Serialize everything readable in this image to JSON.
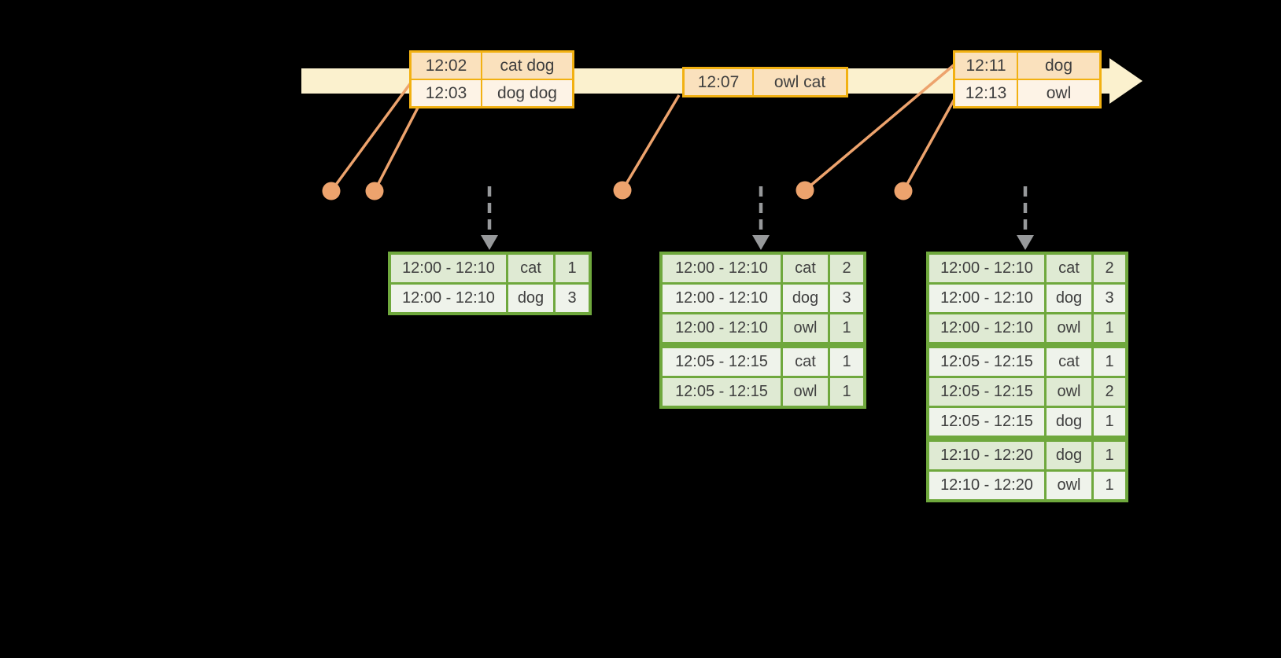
{
  "colors": {
    "canvas_bg": "#000000",
    "timeline_band": "#fbf1ce",
    "event_border": "#f2b112",
    "event_row_fill": "#fae1bd",
    "event_row_fill_alt": "#fdf3e6",
    "marker": "#eda36d",
    "trigger_arrow": "#97999b",
    "result_border": "#6fa83d",
    "result_row_fill": "#dfead3",
    "result_row_fill_alt": "#eff3eb",
    "text": "#3f3f3f"
  },
  "timeline": {
    "event_tables": [
      {
        "rows": [
          {
            "time": "12:02",
            "words": "cat dog"
          },
          {
            "time": "12:03",
            "words": "dog dog"
          }
        ]
      },
      {
        "rows": [
          {
            "time": "12:07",
            "words": "owl cat"
          }
        ]
      },
      {
        "rows": [
          {
            "time": "12:11",
            "words": "dog"
          },
          {
            "time": "12:13",
            "words": "owl"
          }
        ]
      }
    ]
  },
  "result_tables": [
    {
      "groups": [
        {
          "rows": [
            {
              "window": "12:00 - 12:10",
              "word": "cat",
              "count": "1"
            },
            {
              "window": "12:00 - 12:10",
              "word": "dog",
              "count": "3"
            }
          ]
        }
      ]
    },
    {
      "groups": [
        {
          "rows": [
            {
              "window": "12:00 - 12:10",
              "word": "cat",
              "count": "2"
            },
            {
              "window": "12:00 - 12:10",
              "word": "dog",
              "count": "3"
            },
            {
              "window": "12:00 - 12:10",
              "word": "owl",
              "count": "1"
            }
          ]
        },
        {
          "rows": [
            {
              "window": "12:05 - 12:15",
              "word": "cat",
              "count": "1"
            },
            {
              "window": "12:05 - 12:15",
              "word": "owl",
              "count": "1"
            }
          ]
        }
      ]
    },
    {
      "groups": [
        {
          "rows": [
            {
              "window": "12:00 - 12:10",
              "word": "cat",
              "count": "2"
            },
            {
              "window": "12:00 - 12:10",
              "word": "dog",
              "count": "3"
            },
            {
              "window": "12:00 - 12:10",
              "word": "owl",
              "count": "1"
            }
          ]
        },
        {
          "rows": [
            {
              "window": "12:05 - 12:15",
              "word": "cat",
              "count": "1"
            },
            {
              "window": "12:05 - 12:15",
              "word": "owl",
              "count": "2"
            },
            {
              "window": "12:05 - 12:15",
              "word": "dog",
              "count": "1"
            }
          ]
        },
        {
          "rows": [
            {
              "window": "12:10 - 12:20",
              "word": "dog",
              "count": "1"
            },
            {
              "window": "12:10 - 12:20",
              "word": "owl",
              "count": "1"
            }
          ]
        }
      ]
    }
  ]
}
